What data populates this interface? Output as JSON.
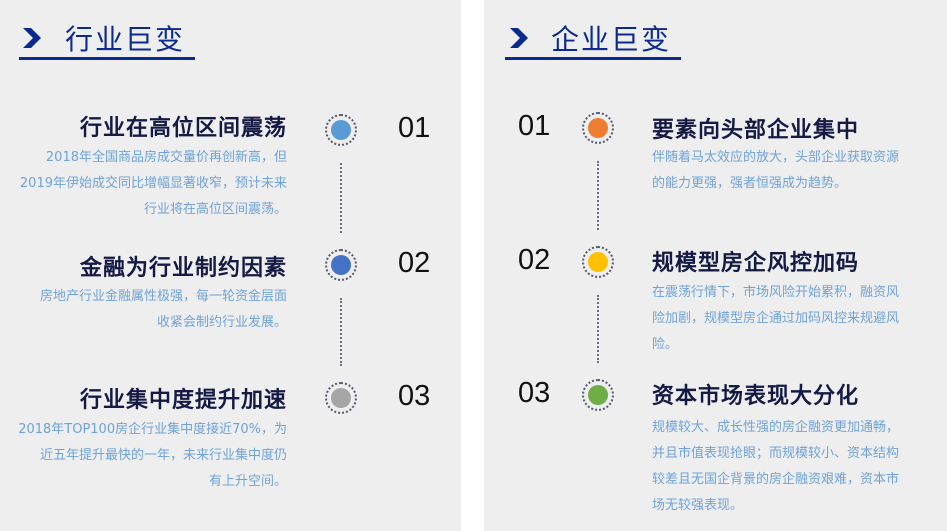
{
  "left": {
    "heading": "行业巨变",
    "items": [
      {
        "number": "01",
        "title": "行业在高位区间震荡",
        "desc": [
          "2018年全国商品房成交量价再创新高，但",
          "2019年伊始成交同比增幅显著收窄，预计未来",
          "行业将在高位区间震荡。"
        ],
        "color": "#5b9bd5"
      },
      {
        "number": "02",
        "title": "金融为行业制约因素",
        "desc": [
          "房地产行业金融属性极强，每一轮资金层面",
          "收紧会制约行业发展。"
        ],
        "color": "#4472c4"
      },
      {
        "number": "03",
        "title": "行业集中度提升加速",
        "desc": [
          "2018年TOP100房企行业集中度接近70%，为",
          "近五年提升最快的一年，未来行业集中度仍",
          "有上升空间。"
        ],
        "color": "#a5a5a5"
      }
    ]
  },
  "right": {
    "heading": "企业巨变",
    "items": [
      {
        "number": "01",
        "title": "要素向头部企业集中",
        "desc": [
          "伴随着马太效应的放大，头部企业获取资源",
          "的能力更强，强者恒强成为趋势。"
        ],
        "color": "#ed7d31"
      },
      {
        "number": "02",
        "title": "规模型房企风控加码",
        "desc": [
          "在震荡行情下，市场风险开始累积，融资风",
          "险加剧，规模型房企通过加码风控来规避风",
          "险。"
        ],
        "color": "#ffc000"
      },
      {
        "number": "03",
        "title": "资本市场表现大分化",
        "desc": [
          "规模较大、成长性强的房企融资更加通畅，",
          "并且市值表现抢眼；而规模较小、资本结构",
          "较差且无国企背景的房企融资艰难，资本市",
          "场无较强表现。"
        ],
        "color": "#70ad47"
      }
    ]
  }
}
